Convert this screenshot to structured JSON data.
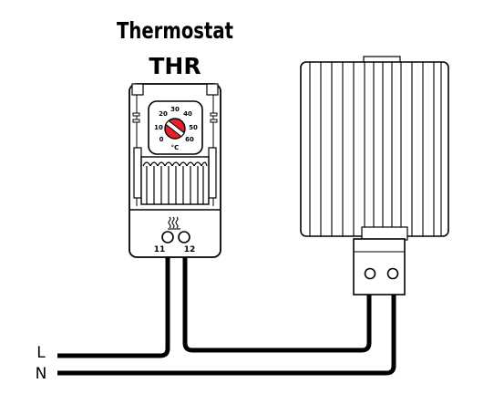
{
  "title": {
    "line1": "Thermostat",
    "line2": "THR"
  },
  "thermostat": {
    "scale_labels": [
      "20",
      "30",
      "40",
      "10",
      "50",
      "0",
      "60"
    ],
    "unit": "°C",
    "terminal_left": "11",
    "terminal_right": "12"
  },
  "wires": {
    "live": "L",
    "neutral": "N"
  },
  "colors": {
    "dial": "#e8202a",
    "line": "#000000",
    "background": "#ffffff"
  }
}
